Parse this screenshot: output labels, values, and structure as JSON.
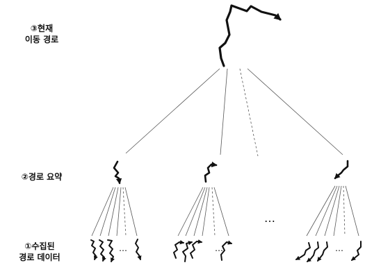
{
  "labels": {
    "current_route_line1": "③현재",
    "current_route_line2": "이동 경로",
    "route_summary": "②경로 요약",
    "collected_line1": "①수집된",
    "collected_line2": "경로 데이터"
  },
  "ellipsis": {
    "middle_cluster": "…",
    "group_1": "…",
    "group_2": "…",
    "group_3": "…"
  },
  "colors": {
    "route_stroke": "#111111",
    "connector_stroke": "#555555"
  }
}
